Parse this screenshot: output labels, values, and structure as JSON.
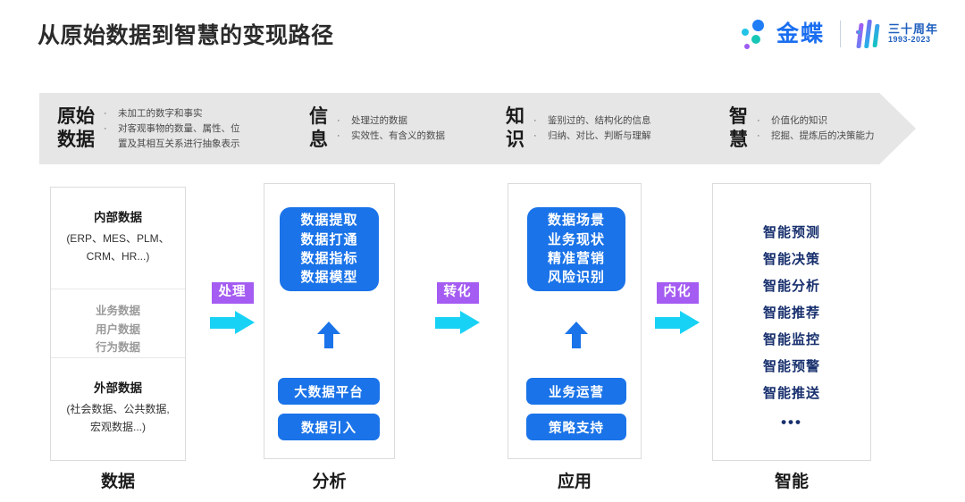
{
  "header": {
    "title": "从原始数据到智慧的变现路径",
    "brand": {
      "name": "金蝶",
      "anniversary_cn": "三十周年",
      "anniversary_years": "1993-2023"
    }
  },
  "banner": {
    "stages": [
      {
        "name": "原始\n数据",
        "name_line1": "原始",
        "name_line2": "数据",
        "bullets": [
          "未加工的数字和事实",
          "对客观事物的数量、属性、位",
          "置及其相互关系进行抽象表示"
        ]
      },
      {
        "name_line1": "信",
        "name_line2": "息",
        "bullets": [
          "处理过的数据",
          "实效性、有含义的数据"
        ]
      },
      {
        "name_line1": "知",
        "name_line2": "识",
        "bullets": [
          "鉴别过的、结构化的信息",
          "归纳、对比、判断与理解"
        ]
      },
      {
        "name_line1": "智",
        "name_line2": "慧",
        "bullets": [
          "价值化的知识",
          "挖掘、提炼后的决策能力"
        ]
      }
    ],
    "bullet_marker": "·"
  },
  "columns": {
    "data": {
      "caption": "数据",
      "internal": {
        "title": "内部数据",
        "sub_line1": "(ERP、MES、PLM、",
        "sub_line2": "CRM、HR...)"
      },
      "middle_items": [
        "业务数据",
        "用户数据",
        "行为数据"
      ],
      "external": {
        "title": "外部数据",
        "sub_line1": "(社会数据、公共数据,",
        "sub_line2": "宏观数据...)"
      }
    },
    "analysis": {
      "caption": "分析",
      "card_lines": [
        "数据提取",
        "数据打通",
        "数据指标",
        "数据模型"
      ],
      "pills": [
        "大数据平台",
        "数据引入"
      ]
    },
    "application": {
      "caption": "应用",
      "card_lines": [
        "数据场景",
        "业务现状",
        "精准营销",
        "风险识别"
      ],
      "pills": [
        "业务运营",
        "策略支持"
      ]
    },
    "intelligence": {
      "caption": "智能",
      "items": [
        "智能预测",
        "智能决策",
        "智能分析",
        "智能推荐",
        "智能监控",
        "智能预警",
        "智能推送"
      ],
      "ellipsis": "•••"
    }
  },
  "connectors": [
    {
      "label": "处理"
    },
    {
      "label": "转化"
    },
    {
      "label": "内化"
    }
  ],
  "colors": {
    "brand_blue": "#1a6ef0",
    "card_blue": "#1a73e8",
    "navy": "#18306e",
    "connector_purple": "#a45cf2",
    "connector_cyan": "#18d2f5",
    "banner_gray": "#e6e6e6"
  }
}
